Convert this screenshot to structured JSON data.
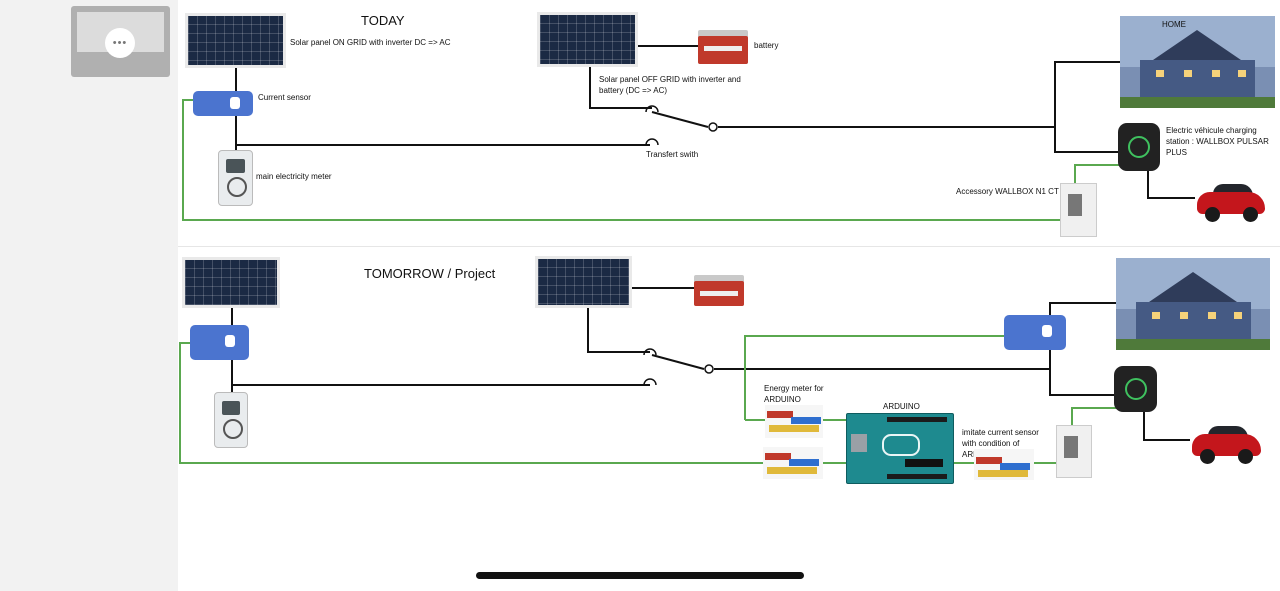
{
  "viewer": {
    "more_button_label": "•••"
  },
  "today": {
    "title": "TODAY",
    "labels": {
      "solar_on_grid": "Solar panel ON GRID with inverter DC => AC",
      "current_sensor": "Current sensor",
      "main_meter": "main electricity meter",
      "battery": "battery",
      "solar_off_grid_1": "Solar panel  OFF GRID with inverter and",
      "solar_off_grid_2": "battery  (DC => AC)",
      "transfer_switch": "Transfert swith",
      "home": "HOME",
      "charger_1": "Electric véhicule charging",
      "charger_2": "station : WALLBOX PULSAR",
      "charger_3": "PLUS",
      "accessory": "Accessory WALLBOX N1 CT"
    }
  },
  "tomorrow": {
    "title": "TOMORROW / Project",
    "labels": {
      "energy_meter_1": "Energy meter for",
      "energy_meter_2": "ARDUINO",
      "arduino": "ARDUINO",
      "imitate_1": "imitate current sensor",
      "imitate_2": "with condition of",
      "imitate_3": "ARDUINO"
    }
  },
  "colors": {
    "wire_black": "#111111",
    "wire_green": "#5aa84f",
    "sensor_blue": "#4b74cf",
    "charger_green": "#3fc15f"
  }
}
